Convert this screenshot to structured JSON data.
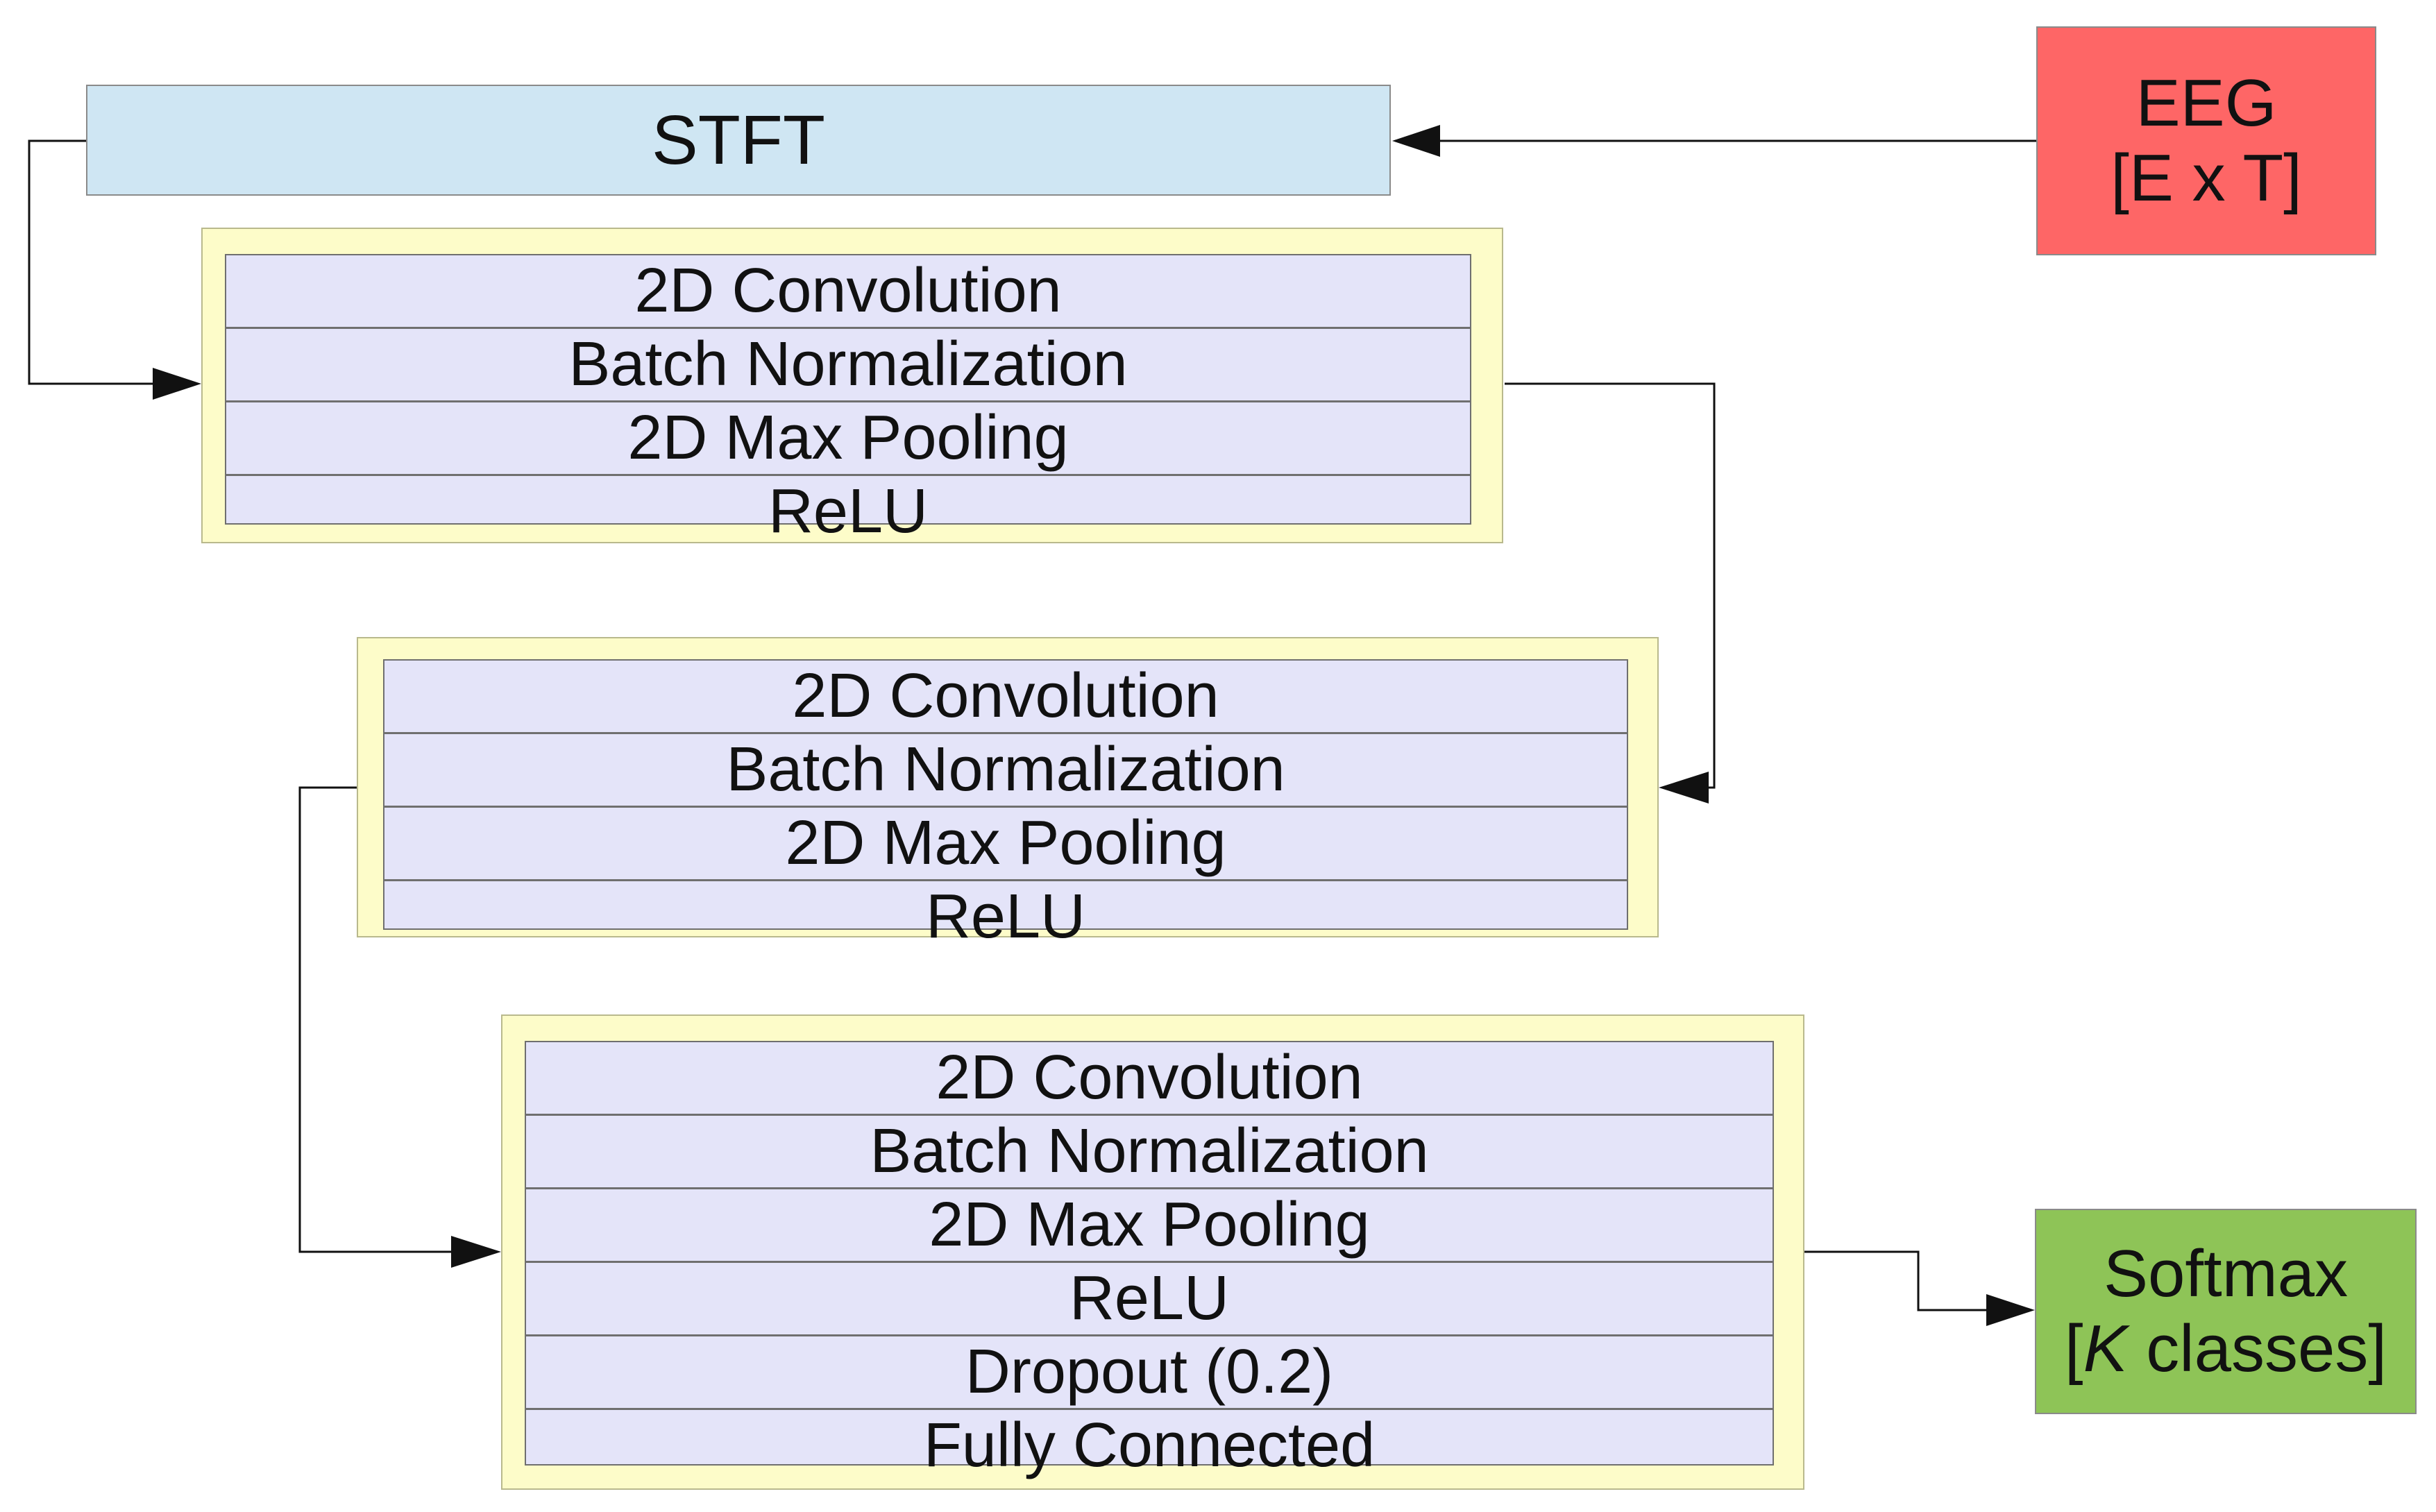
{
  "nodes": {
    "eeg": {
      "line1": "EEG",
      "line2": "[E x T]",
      "color": "#fe6666"
    },
    "stft": {
      "label": "STFT",
      "color": "#cfe6f3"
    },
    "softmax": {
      "line1": "Softmax",
      "line2_em": "K",
      "line2_rest": " classes]",
      "line2_open": "[",
      "color": "#8ec457"
    }
  },
  "block_style": {
    "outer": "#fdfcc9",
    "inner": "#e4e4f9"
  },
  "blocks": [
    {
      "layers": [
        "2D Convolution",
        "Batch Normalization",
        "2D Max Pooling",
        "ReLU"
      ]
    },
    {
      "layers": [
        "2D Convolution",
        "Batch Normalization",
        "2D Max Pooling",
        "ReLU"
      ]
    },
    {
      "layers": [
        "2D Convolution",
        "Batch Normalization",
        "2D Max Pooling",
        "ReLU",
        "Dropout (0.2)",
        "Fully Connected"
      ]
    }
  ]
}
